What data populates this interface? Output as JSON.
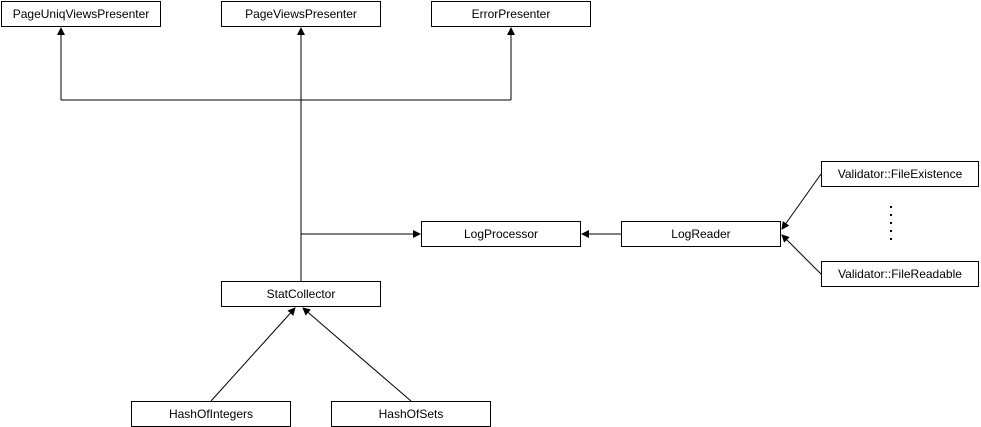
{
  "nodes": {
    "page_uniq_views_presenter": "PageUniqViewsPresenter",
    "page_views_presenter": "PageViewsPresenter",
    "error_presenter": "ErrorPresenter",
    "log_processor": "LogProcessor",
    "log_reader": "LogReader",
    "validator_file_existence": "Validator::FileExistence",
    "validator_file_readable": "Validator::FileReadable",
    "stat_collector": "StatCollector",
    "hash_of_integers": "HashOfIntegers",
    "hash_of_sets": "HashOfSets"
  },
  "edges": [
    {
      "from": "stat_collector",
      "to": "page_uniq_views_presenter"
    },
    {
      "from": "stat_collector",
      "to": "page_views_presenter"
    },
    {
      "from": "stat_collector",
      "to": "error_presenter"
    },
    {
      "from": "stat_collector",
      "to": "log_processor"
    },
    {
      "from": "log_reader",
      "to": "log_processor"
    },
    {
      "from": "validator_file_existence",
      "to": "log_reader"
    },
    {
      "from": "validator_file_readable",
      "to": "log_reader"
    },
    {
      "from": "hash_of_integers",
      "to": "stat_collector"
    },
    {
      "from": "hash_of_sets",
      "to": "stat_collector"
    }
  ],
  "ellipsis_between_validators": true
}
